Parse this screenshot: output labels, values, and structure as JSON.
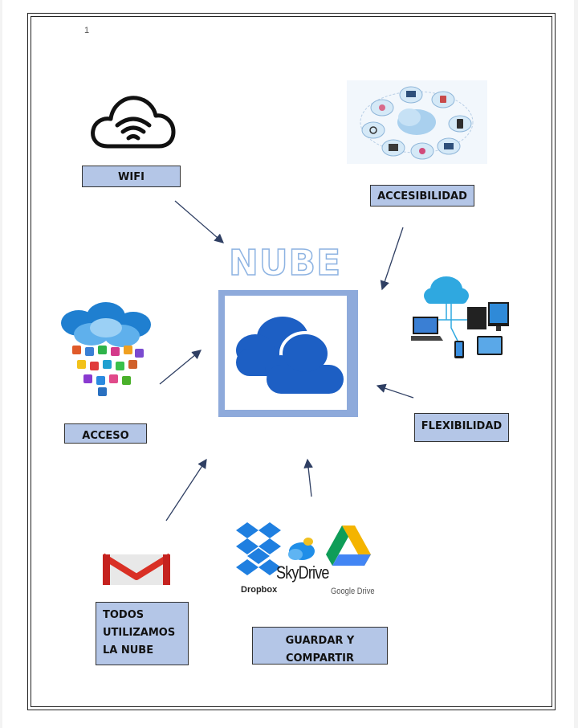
{
  "page": {
    "number": "1"
  },
  "center": {
    "title": "NUBE",
    "icon": "onedrive-cloud-icon"
  },
  "nodes": {
    "wifi": {
      "label": "WIFI",
      "icon": "wifi-cloud-icon"
    },
    "accesibilidad": {
      "label": "ACCESIBILIDAD",
      "icon": "cloud-network-icon"
    },
    "acceso": {
      "label": "ACCESO",
      "icon": "cloud-apps-icon"
    },
    "flexibilidad": {
      "label": "FLEXIBILIDAD",
      "icon": "cloud-devices-icon"
    },
    "todos": {
      "line1": "TODOS",
      "line2": "UTILIZAMOS",
      "line3": "LA NUBE",
      "icon": "gmail-icon"
    },
    "guardar": {
      "line1": "GUARDAR Y",
      "line2": "COMPARTIR",
      "icon": "storage-services-icon",
      "services": {
        "dropbox": "Dropbox",
        "skydrive": "SkyDrive",
        "gdrive": "Google Drive"
      }
    }
  },
  "colors": {
    "label_fill": "#b4c6e7",
    "frame": "#8eaadb",
    "cloud_blue": "#1d5fc4",
    "arrow": "#2f3f63"
  }
}
